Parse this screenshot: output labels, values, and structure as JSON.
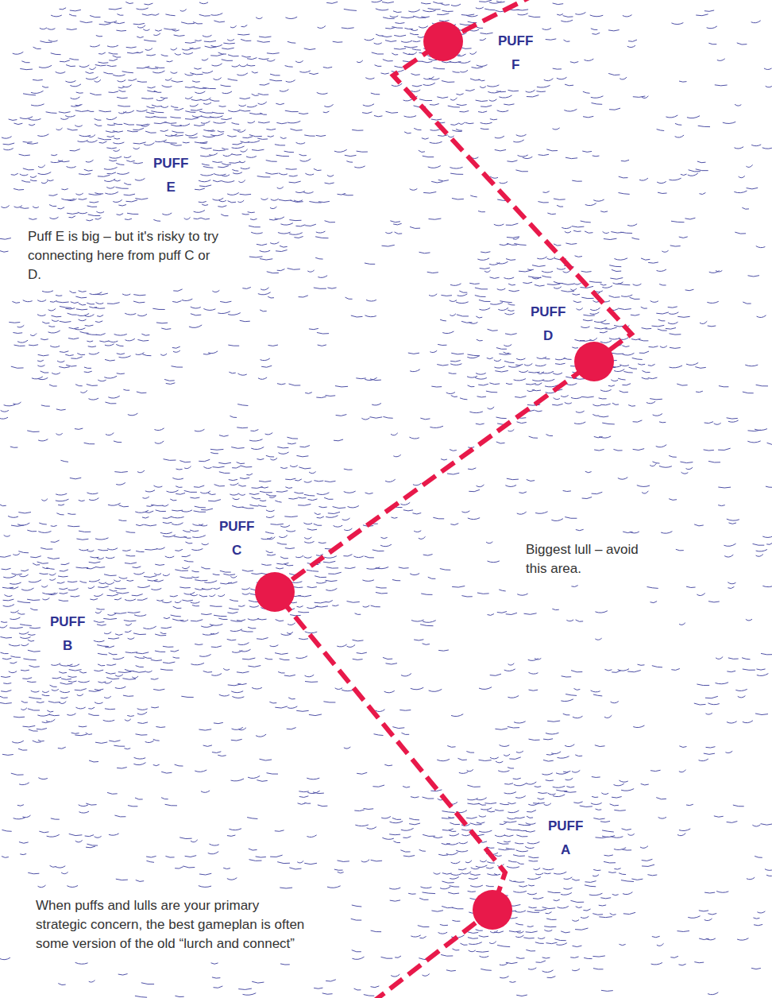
{
  "diagram": {
    "labels": [
      "PUFF F",
      "PUFF E",
      "Puff E is big – but it's risky to try connecting here from puff C or D.",
      "PUFF D",
      "PUFF C",
      "Biggest lull – avoid this area.",
      "PUFF B",
      "PUFF A",
      "When puffs and lulls are your primary strategic concern, the best gameplan is often some version of the old “lurch and connect”"
    ]
  }
}
